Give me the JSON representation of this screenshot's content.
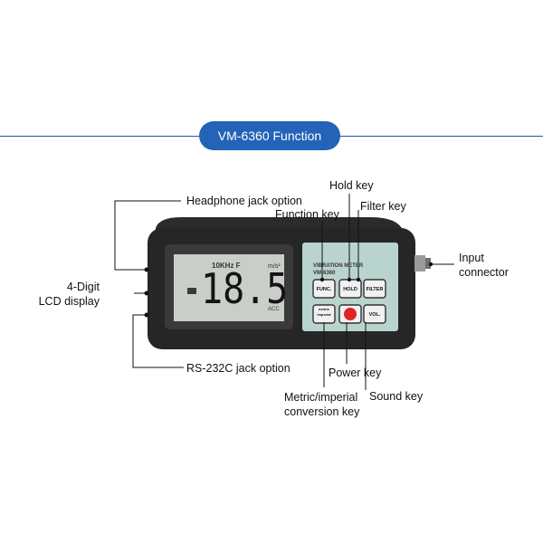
{
  "title": "VM-6360 Function",
  "device": {
    "lcd_top_text": "10KHz  F",
    "lcd_unit": "m/s²",
    "lcd_reading": "18.5",
    "lcd_mode": "ACC",
    "panel_title_1": "VIBRATION METER",
    "panel_title_2": "VM-6360",
    "keys": {
      "func": "FUNC.",
      "hold": "HOLD",
      "filter": "FILTER",
      "metric": "metric imperial",
      "vol": "VOL."
    }
  },
  "callouts": {
    "headphone": "Headphone jack option",
    "hold_key": "Hold key",
    "function_key": "Function key",
    "filter_key": "Filter key",
    "input_connector_1": "Input",
    "input_connector_2": "connector",
    "digit_display_1": "4-Digit",
    "digit_display_2": "LCD display",
    "rs232c": "RS-232C jack option",
    "power_key": "Power key",
    "metric_1": "Metric/imperial",
    "metric_2": "conversion key",
    "sound_key": "Sound key"
  }
}
